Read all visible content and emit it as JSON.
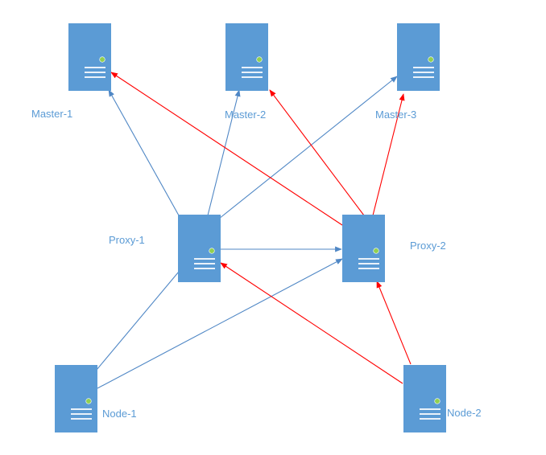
{
  "colors": {
    "server_fill": "#5b9bd5",
    "server_indicator": "#92d050",
    "blue_link": "#4f87c5",
    "red_link": "#ff0000",
    "label": "#5b9bd5"
  },
  "icons": {
    "server": "server-icon"
  },
  "nodes": {
    "master1": {
      "label": "Master-1"
    },
    "master2": {
      "label": "Master-2"
    },
    "master3": {
      "label": "Master-3"
    },
    "proxy1": {
      "label": "Proxy-1"
    },
    "proxy2": {
      "label": "Proxy-2"
    },
    "node1": {
      "label": "Node-1"
    },
    "node2": {
      "label": "Node-2"
    }
  },
  "edges": [
    {
      "from": "proxy1",
      "to": "master1",
      "color": "blue"
    },
    {
      "from": "proxy1",
      "to": "master2",
      "color": "blue"
    },
    {
      "from": "proxy1",
      "to": "master3",
      "color": "blue"
    },
    {
      "from": "proxy1",
      "to": "proxy2",
      "color": "blue"
    },
    {
      "from": "node1",
      "to": "proxy1",
      "color": "blue"
    },
    {
      "from": "node1",
      "to": "proxy2",
      "color": "blue"
    },
    {
      "from": "proxy2",
      "to": "master1",
      "color": "red"
    },
    {
      "from": "proxy2",
      "to": "master2",
      "color": "red"
    },
    {
      "from": "proxy2",
      "to": "master3",
      "color": "red"
    },
    {
      "from": "node2",
      "to": "proxy1",
      "color": "red"
    },
    {
      "from": "node2",
      "to": "proxy2",
      "color": "red"
    }
  ]
}
